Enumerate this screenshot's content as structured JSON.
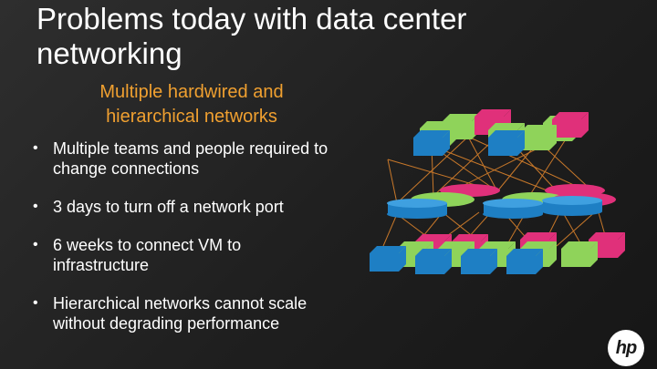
{
  "slide": {
    "title_line1": "Problems today with data center",
    "title_line2": "networking",
    "subtitle_line1": "Multiple hardwired and",
    "subtitle_line2": "hierarchical networks",
    "bullets": [
      {
        "line1": "Multiple teams and people required to",
        "line2": "change connections"
      },
      {
        "line1": "3 days to turn off a network port",
        "line2": ""
      },
      {
        "line1": "6 weeks to connect VM to",
        "line2": "infrastructure"
      },
      {
        "line1": "Hierarchical networks cannot scale",
        "line2": "without degrading performance"
      }
    ],
    "logo_text": "hp",
    "bullet_glyph": "•"
  },
  "colors": {
    "background": "#1f1f1f",
    "title": "#ffffff",
    "subtitle": "#f0a030",
    "switch_blue": "#1e7fc4",
    "switch_green": "#8fd35a",
    "switch_pink": "#e0307a",
    "cable": "#c8782a"
  },
  "icons": [
    "network-switch-icon",
    "network-router-icon",
    "hp-logo"
  ]
}
